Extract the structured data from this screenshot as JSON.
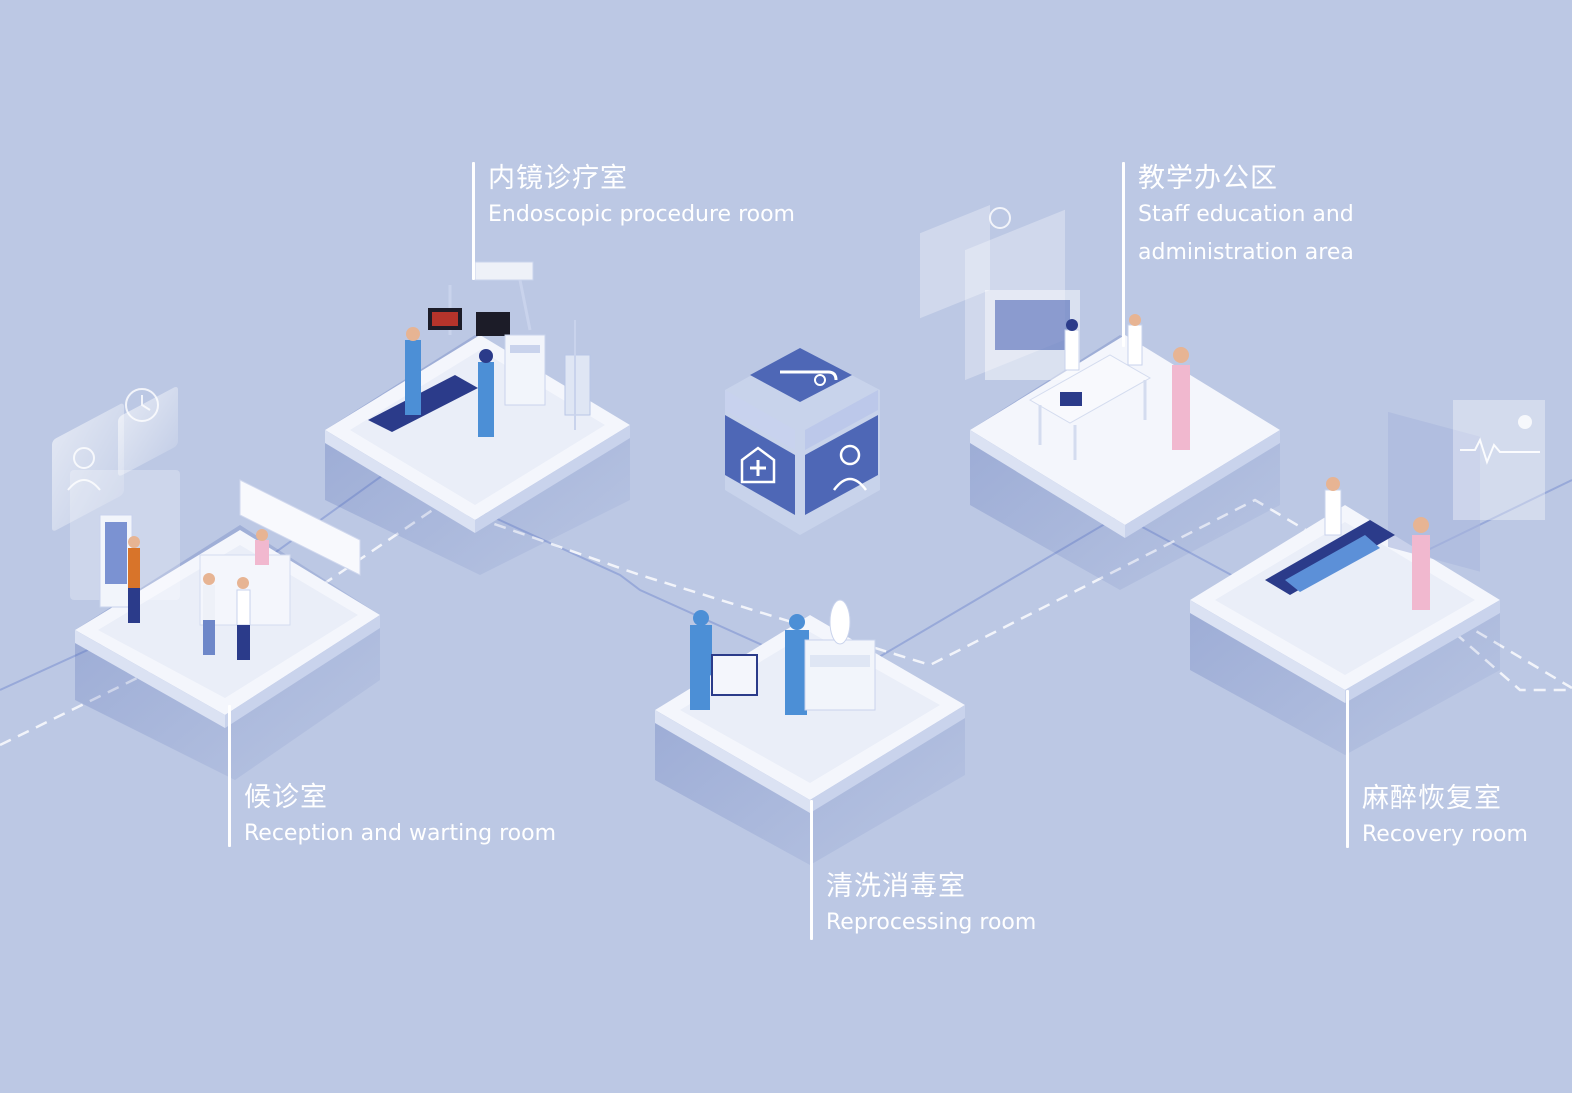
{
  "colors": {
    "background": "#bcc8e4",
    "tile_top": "#f4f6fc",
    "tile_side": "#d9e1f2",
    "navy": "#24358a",
    "mid_blue": "#4e67b6",
    "line": "#a9b8de",
    "white": "#ffffff"
  },
  "rooms": [
    {
      "zh": "内镜诊疗室",
      "en": "Endoscopic procedure room"
    },
    {
      "zh": "教学办公区",
      "en": "Staff education and administration area"
    },
    {
      "zh": "候诊室",
      "en": "Reception and warting room"
    },
    {
      "zh": "清洗消毒室",
      "en": "Reprocessing room"
    },
    {
      "zh": "麻醉恢复室",
      "en": "Recovery room"
    }
  ],
  "hub_icons": [
    "endoscope-icon",
    "hospital-icon",
    "doctor-icon"
  ]
}
